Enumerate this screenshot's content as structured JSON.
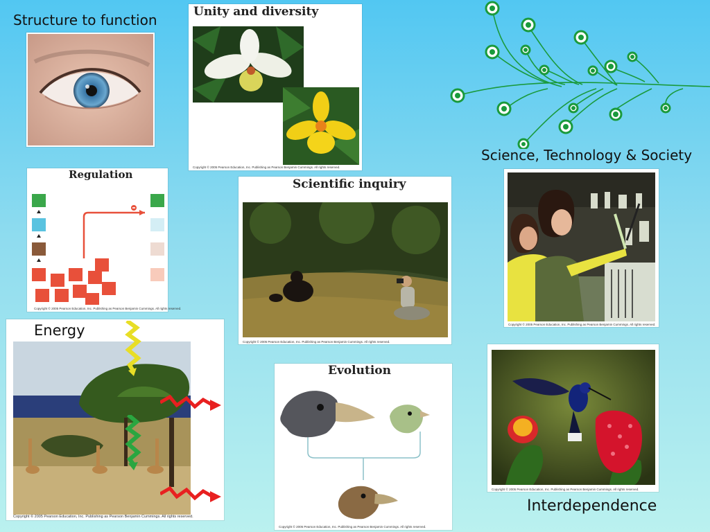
{
  "labels": {
    "structure": "Structure to function",
    "sts": "Science, Technology & Society",
    "energy": "Energy",
    "interdependence": "Interdependence"
  },
  "panels": {
    "unity": {
      "title": "Unity and diversity",
      "copyright": "Copyright © 2005 Pearson Education, Inc. Publishing as Pearson Benjamin Cummings. All rights reserved."
    },
    "regulation": {
      "title": "Regulation",
      "copyright": "Copyright © 2005 Pearson Education, Inc. Publishing as Pearson Benjamin Cummings. All rights reserved."
    },
    "inquiry": {
      "title": "Scientific inquiry",
      "copyright": "Copyright © 2005 Pearson Education, Inc. Publishing as Pearson Benjamin Cummings. All rights reserved."
    },
    "sts": {
      "copyright": "Copyright © 2005 Pearson Education, Inc. Publishing as Pearson Benjamin Cummings. All rights reserved."
    },
    "energy": {
      "copyright": "Copyright © 2005 Pearson Education, Inc. Publishing as Pearson Benjamin Cummings. All rights reserved."
    },
    "evolution": {
      "title": "Evolution",
      "copyright": "Copyright © 2005 Pearson Education, Inc. Publishing as Pearson Benjamin Cummings. All rights reserved."
    },
    "interdependence": {
      "copyright": "Copyright © 2005 Pearson Education, Inc. Publishing as Pearson Benjamin Cummings. All rights reserved."
    }
  },
  "colors": {
    "bg_top": "#52c7f2",
    "bg_bottom": "#baf1ef",
    "vine_green": "#1a9a3c",
    "regulation_red": "#e8503a"
  }
}
